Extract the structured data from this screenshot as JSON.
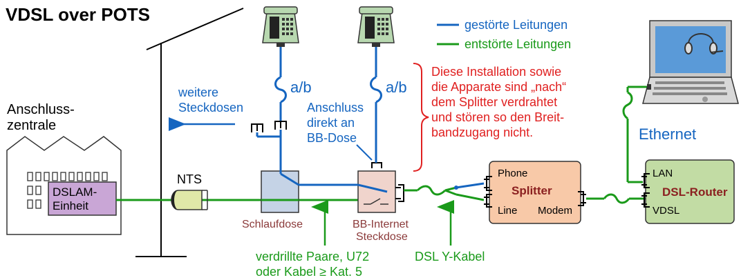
{
  "title": "VDSL over POTS",
  "legend": {
    "disturbed": "gestörte Leitungen",
    "clean": "entstörte Leitungen",
    "colors": {
      "disturbed": "#1565c0",
      "clean": "#1a9a1a"
    }
  },
  "labels": {
    "exchange_line1": "Anschluss-",
    "exchange_line2": "zentrale",
    "dslam_line1": "DSLAM-",
    "dslam_line2": "Einheit",
    "nts": "NTS",
    "more_sockets_line1": "weitere",
    "more_sockets_line2": "Steckdosen",
    "ab_left": "a/b",
    "ab_right": "a/b",
    "direct_line1": "Anschluss",
    "direct_line2": "direkt an",
    "direct_line3": "BB-Dose",
    "loop_socket": "Schlaufdose",
    "bb_socket_line1": "BB-Internet",
    "bb_socket_line2": "Steckdose",
    "note_line1": "Diese Installation sowie",
    "note_line2": "die  Apparate sind „nach“",
    "note_line3": "dem Splitter verdrahtet",
    "note_line4": "und stören so den Breit-",
    "note_line5": "bandzugang nicht.",
    "splitter_title": "Splitter",
    "splitter_phone": "Phone",
    "splitter_line": "Line",
    "splitter_modem": "Modem",
    "router_title": "DSL-Router",
    "router_lan": "LAN",
    "router_vdsl": "VDSL",
    "ethernet": "Ethernet",
    "twisted_line1": "verdrillte Paare, U72",
    "twisted_line2": "oder Kabel ≥ Kat. 5",
    "ycable": "DSL Y-Kabel"
  }
}
